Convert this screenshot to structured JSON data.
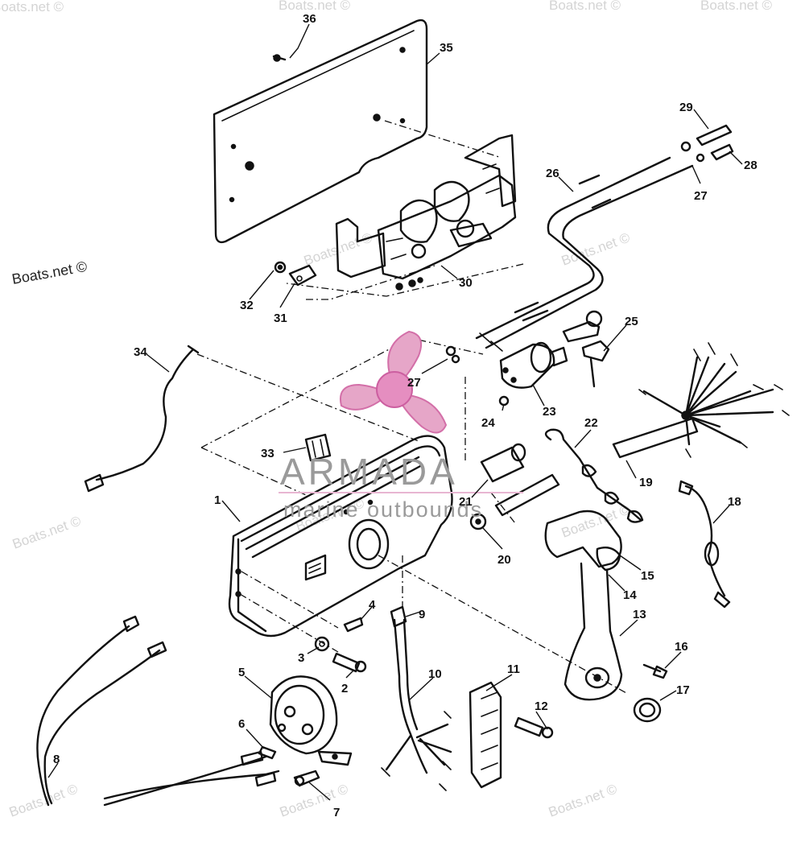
{
  "watermark": {
    "credit": "Boats.net ©",
    "faint": [
      "Boats.net ©",
      "Boats.net ©",
      "Boats.net ©",
      "Boats.net ©",
      "Boats.net ©",
      "Boats.net ©",
      "Boats.net ©",
      "Boats.net ©",
      "Boats.net ©",
      "Boats.net ©",
      "Boats.net ©",
      "Boats.net ©"
    ]
  },
  "brand": {
    "name": "ARMADA",
    "tagline": "marine outbounds",
    "colors": {
      "propeller": "#e6a6c8",
      "hub": "#e58ec0",
      "rule": "#e8b6d2"
    }
  },
  "callouts": [
    "36",
    "35",
    "29",
    "28",
    "26",
    "27",
    "30",
    "32",
    "31",
    "25",
    "34",
    "27",
    "23",
    "24",
    "22",
    "33",
    "21",
    "19",
    "18",
    "1",
    "20",
    "15",
    "14",
    "13",
    "4",
    "9",
    "3",
    "2",
    "16",
    "5",
    "10",
    "11",
    "17",
    "6",
    "12",
    "8",
    "7"
  ]
}
